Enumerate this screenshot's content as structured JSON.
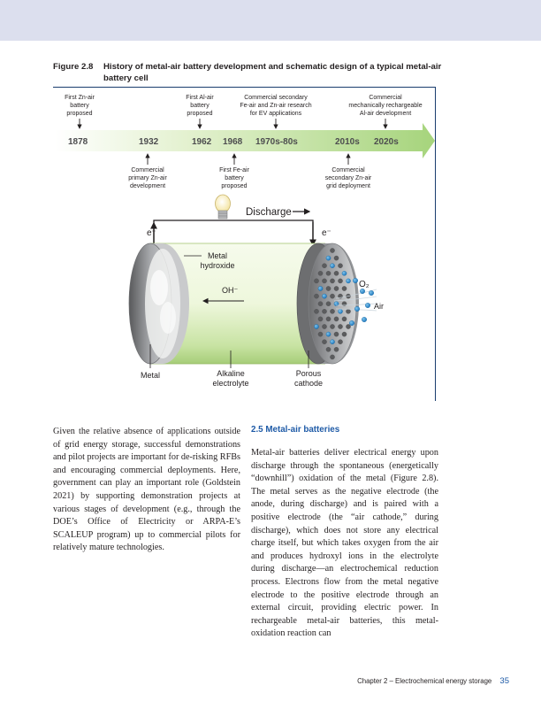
{
  "figure": {
    "label": "Figure 2.8",
    "title": "History of metal-air battery development and schematic design of a typical metal-air battery cell",
    "timeline": {
      "years": [
        "1878",
        "1932",
        "1962",
        "1968",
        "1970s-80s",
        "2010s",
        "2020s"
      ],
      "events_above": [
        {
          "lines": [
            "First Zn-air",
            "battery",
            "proposed"
          ]
        },
        {
          "lines": [
            "First Al-air",
            "battery",
            "proposed"
          ]
        },
        {
          "lines": [
            "Commercial secondary",
            "Fe-air and Zn-air research",
            "for EV applications"
          ]
        },
        {
          "lines": [
            "Commercial",
            "mechanically rechargeable",
            "Al-air development"
          ]
        }
      ],
      "events_below": [
        {
          "lines": [
            "Commercial",
            "primary Zn-air",
            "development"
          ]
        },
        {
          "lines": [
            "First Fe-air",
            "battery",
            "proposed"
          ]
        },
        {
          "lines": [
            "Commercial",
            "secondary Zn-air",
            "grid deployment"
          ]
        }
      ]
    },
    "schematic": {
      "discharge": "Discharge",
      "electron_left": "e⁻",
      "electron_right": "e⁻",
      "metal_hydroxide": [
        "Metal",
        "hydroxide"
      ],
      "hydroxide_ion": "OH⁻",
      "oxygen": "O₂",
      "air": "Air",
      "labels": {
        "metal": [
          "Metal"
        ],
        "electrolyte": [
          "Alkaline",
          "electrolyte"
        ],
        "cathode": [
          "Porous",
          "cathode"
        ]
      }
    }
  },
  "left_column": {
    "text": "Given the relative absence of applications outside of grid energy storage, successful demonstrations and pilot projects are impor­tant for de-risking RFBs and encouraging commercial deployments. Here, government can play an important role (Goldstein 2021) by supporting demonstration projects at various stages of development (e.g., through the DOE’s Office of Electricity or ARPA-E’s SCALEUP program) up to commercial pilots for relatively mature technologies."
  },
  "section": {
    "heading": "2.5  Metal-air batteries",
    "text": "Metal-air batteries deliver electrical energy upon discharge through the spontaneous (energetically “downhill”) oxidation of the metal (Figure 2.8). The metal serves as the negative electrode (the anode, during discharge) and is paired with a positive electrode (the “air cathode,” during discharge), which does not store any electrical charge itself, but which takes oxygen from the air and produces hydroxyl ions in the electrolyte during discharge—an electro­chemical reduction process. Electrons flow from the metal negative electrode to the positive electrode through an external circuit, providing electric power. In rechargeable metal-air batteries, this metal-oxidation reaction can"
  },
  "footer": {
    "chapter": "Chapter 2 – Electrochemical energy storage",
    "page": "35"
  }
}
